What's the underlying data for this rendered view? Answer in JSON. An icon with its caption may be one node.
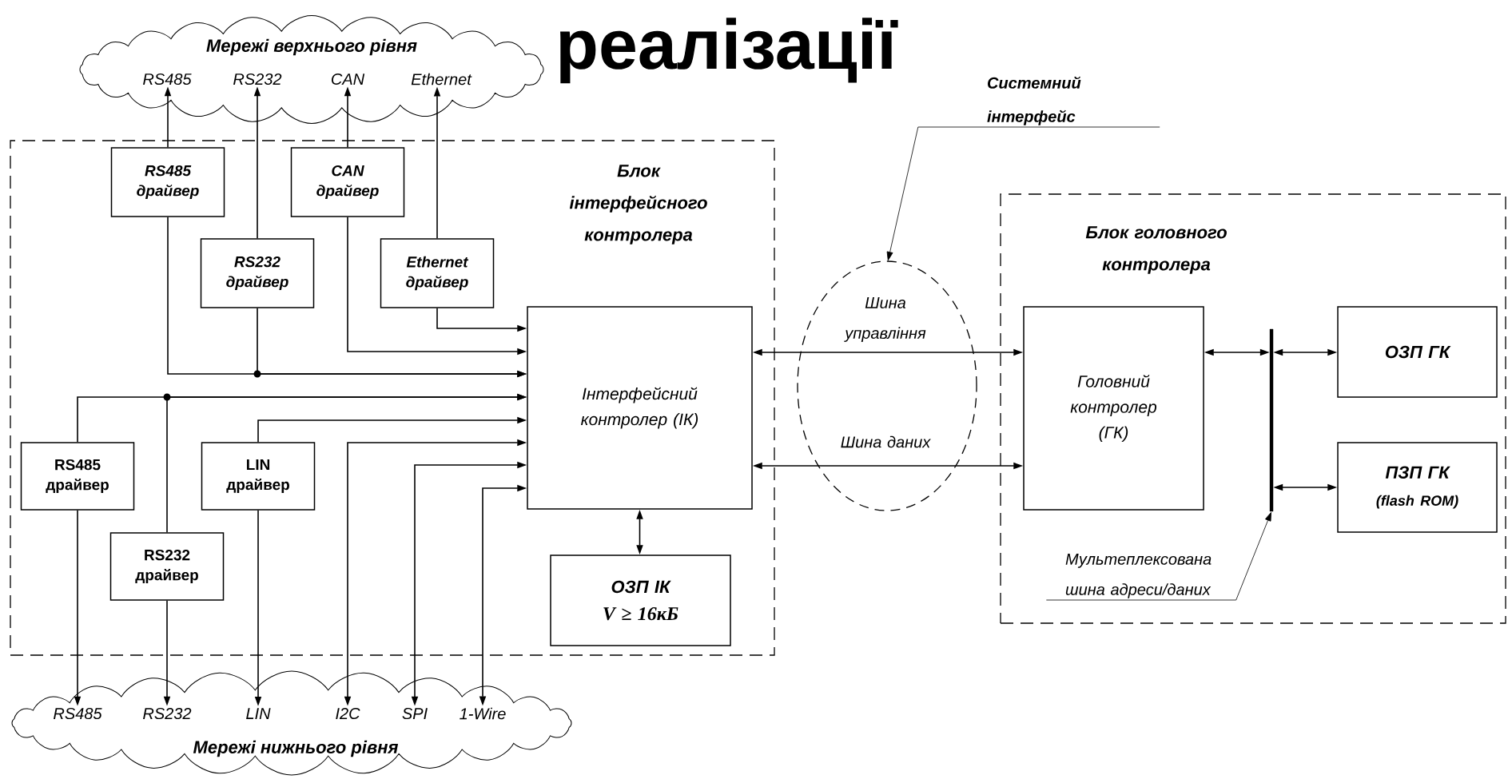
{
  "diagram": {
    "title": "реалізації",
    "nodes": [
      {
        "text": [
          "Мережі верхнього рівня"
        ]
      },
      {
        "text": [
          "RS485"
        ],
        "in": 0
      },
      {
        "text": [
          "RS232"
        ],
        "in": 0
      },
      {
        "text": [
          "CAN"
        ],
        "in": 0
      },
      {
        "text": [
          "Ethernet"
        ],
        "in": 0
      },
      {
        "text": [
          "Блок інтерфейсного контролера"
        ]
      },
      {
        "text": [
          "RS485 драйвер"
        ],
        "in": 5
      },
      {
        "text": [
          "CAN драйвер"
        ],
        "in": 5
      },
      {
        "text": [
          "RS232 драйвер"
        ],
        "in": 5
      },
      {
        "text": [
          "Ethernet драйвер"
        ],
        "in": 5
      },
      {
        "text": [
          "Інтерфейсний контролер (ІК)"
        ],
        "in": 5
      },
      {
        "text": [
          "RS485 драйвер"
        ],
        "in": 5
      },
      {
        "text": [
          "LIN драйвер"
        ],
        "in": 5
      },
      {
        "text": [
          "RS232 драйвер"
        ],
        "in": 5
      },
      {
        "text": [
          "ОЗП ІК",
          "V ≥ 16кБ"
        ],
        "in": 5
      },
      {
        "text": [
          "Мережі нижнього рівня"
        ]
      },
      {
        "text": [
          "RS485"
        ],
        "in": 15
      },
      {
        "text": [
          "RS232"
        ],
        "in": 15
      },
      {
        "text": [
          "LIN"
        ],
        "in": 15
      },
      {
        "text": [
          "I2C"
        ],
        "in": 15
      },
      {
        "text": [
          "SPI"
        ],
        "in": 15
      },
      {
        "text": [
          "1-Wire"
        ],
        "in": 15
      },
      {
        "text": [
          "Системний інтерфейс"
        ]
      },
      {
        "text": [
          "Блок головного контролера"
        ]
      },
      {
        "text": [
          "Головний контролер (ГК)"
        ],
        "in": 23
      },
      {
        "text": [],
        "shape": "bar",
        "in": 23
      },
      {
        "text": [
          "ОЗП ГК"
        ],
        "in": 23
      },
      {
        "text": [
          "ПЗП ГК",
          "(flash ROM)"
        ],
        "in": 23
      },
      {
        "text": [
          "Мультеплексована шина адреси/даних"
        ],
        "in": 23
      }
    ],
    "edges": [
      {
        "from": 6,
        "to": 1,
        "arrow": "to"
      },
      {
        "from": 8,
        "to": 2,
        "arrow": "to"
      },
      {
        "from": 7,
        "to": 3,
        "arrow": "to"
      },
      {
        "from": 9,
        "to": 4,
        "arrow": "to"
      },
      {
        "from": 6,
        "to": 10,
        "arrow": "to"
      },
      {
        "from": 8,
        "to": 10,
        "arrow": "to"
      },
      {
        "from": 7,
        "to": 10,
        "arrow": "to"
      },
      {
        "from": 9,
        "to": 10,
        "arrow": "to"
      },
      {
        "from": 11,
        "to": 10,
        "arrow": "to"
      },
      {
        "from": 13,
        "to": 10,
        "arrow": "to"
      },
      {
        "from": 12,
        "to": 10,
        "arrow": "to"
      },
      {
        "from": 11,
        "to": 16,
        "arrow": "to"
      },
      {
        "from": 13,
        "to": 17,
        "arrow": "to"
      },
      {
        "from": 12,
        "to": 18,
        "arrow": "to"
      },
      {
        "from": 19,
        "to": 10,
        "arrow": "both"
      },
      {
        "from": 20,
        "to": 10,
        "arrow": "both"
      },
      {
        "from": 21,
        "to": 10,
        "arrow": "both"
      },
      {
        "from": 10,
        "to": 14,
        "arrow": "both"
      },
      {
        "from": 10,
        "to": 24,
        "arrow": "both",
        "label": "Шина управління"
      },
      {
        "from": 10,
        "to": 24,
        "arrow": "both",
        "label": "Шина даних"
      },
      {
        "from": 24,
        "to": 25,
        "arrow": "both"
      },
      {
        "from": 25,
        "to": 26,
        "arrow": "both"
      },
      {
        "from": 25,
        "to": 27,
        "arrow": "both"
      },
      {
        "from": 22,
        "to": null,
        "arrow": "to"
      },
      {
        "from": 28,
        "to": 25,
        "arrow": "to"
      }
    ]
  }
}
